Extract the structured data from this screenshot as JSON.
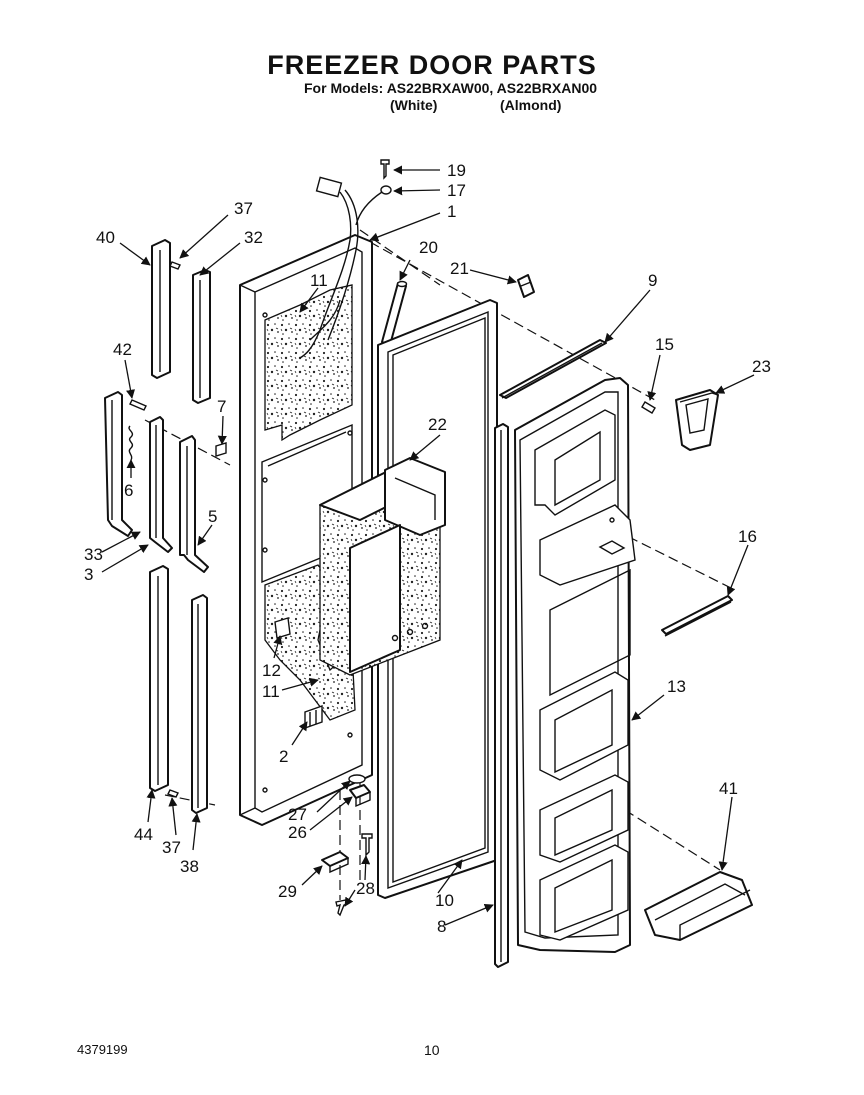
{
  "header": {
    "title": "FREEZER DOOR PARTS",
    "models_line": "For Models: AS22BRXAW00, AS22BRXAN00",
    "variant_white": "(White)",
    "variant_almond": "(Almond)"
  },
  "callouts": [
    {
      "id": "c19",
      "label": "19"
    },
    {
      "id": "c17",
      "label": "17"
    },
    {
      "id": "c37a",
      "label": "37"
    },
    {
      "id": "c1",
      "label": "1"
    },
    {
      "id": "c40",
      "label": "40"
    },
    {
      "id": "c32",
      "label": "32"
    },
    {
      "id": "c20",
      "label": "20"
    },
    {
      "id": "c21",
      "label": "21"
    },
    {
      "id": "c11a",
      "label": "11"
    },
    {
      "id": "c9",
      "label": "9"
    },
    {
      "id": "c42",
      "label": "42"
    },
    {
      "id": "c15",
      "label": "15"
    },
    {
      "id": "c23",
      "label": "23"
    },
    {
      "id": "c7",
      "label": "7"
    },
    {
      "id": "c22",
      "label": "22"
    },
    {
      "id": "c6",
      "label": "6"
    },
    {
      "id": "c5",
      "label": "5"
    },
    {
      "id": "c16",
      "label": "16"
    },
    {
      "id": "c33",
      "label": "33"
    },
    {
      "id": "c3",
      "label": "3"
    },
    {
      "id": "c12",
      "label": "12"
    },
    {
      "id": "c13",
      "label": "13"
    },
    {
      "id": "c11b",
      "label": "11"
    },
    {
      "id": "c2",
      "label": "2"
    },
    {
      "id": "c41",
      "label": "41"
    },
    {
      "id": "c27",
      "label": "27"
    },
    {
      "id": "c26",
      "label": "26"
    },
    {
      "id": "c44",
      "label": "44"
    },
    {
      "id": "c37b",
      "label": "37"
    },
    {
      "id": "c38",
      "label": "38"
    },
    {
      "id": "c29",
      "label": "29"
    },
    {
      "id": "c28",
      "label": "28"
    },
    {
      "id": "c10",
      "label": "10"
    },
    {
      "id": "c8",
      "label": "8"
    }
  ],
  "footer": {
    "doc_number": "4379199",
    "page_number": "10"
  }
}
